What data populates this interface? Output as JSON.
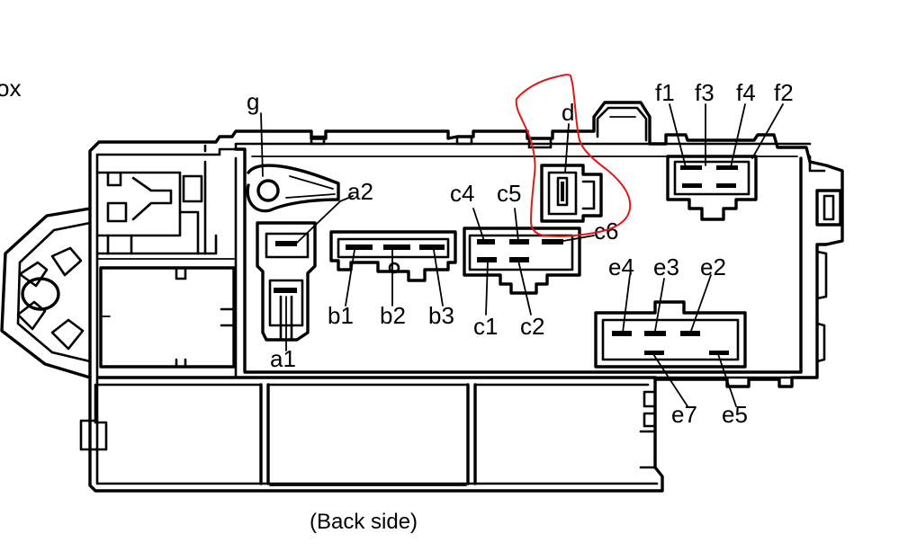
{
  "edge_text": "ox",
  "caption": "(Back side)",
  "labels": {
    "g": "g",
    "a1": "a1",
    "a2": "a2",
    "b1": "b1",
    "b2": "b2",
    "b3": "b3",
    "c1": "c1",
    "c2": "c2",
    "c4": "c4",
    "c5": "c5",
    "c6": "c6",
    "d": "d",
    "e2": "e2",
    "e3": "e3",
    "e4": "e4",
    "e5": "e5",
    "e7": "e7",
    "f1": "f1",
    "f2": "f2",
    "f3": "f3",
    "f4": "f4"
  },
  "colors": {
    "ink": "#000000",
    "highlight": "#e01818",
    "background": "#ffffff"
  }
}
